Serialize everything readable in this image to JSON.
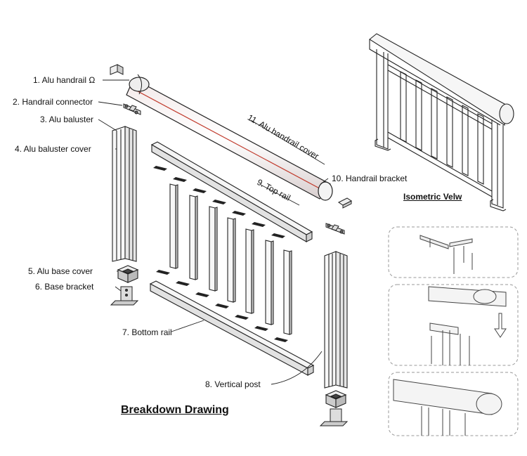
{
  "labels": {
    "alu_handrail": "1. Alu handrail Ω",
    "handrail_connector": "2. Handrail connector",
    "alu_baluster": "3. Alu baluster",
    "alu_baluster_cover": "4. Alu  baluster cover",
    "alu_base_cover": "5. Alu base cover",
    "base_bracket": "6. Base bracket",
    "bottom_rail": "7. Bottom rail",
    "vertical_post": "8. Vertical post",
    "top_rail": "9. Top rail",
    "handrail_bracket": "10. Handrail bracket",
    "alu_handrail_cover": "11. Alu handrail cover"
  },
  "headings": {
    "breakdown": "Breakdown Drawing",
    "isometric": "Isometric Velw"
  },
  "colors": {
    "line": "#222222",
    "handrail_accent": "#c0392b",
    "dashed_panel": "#999999"
  }
}
